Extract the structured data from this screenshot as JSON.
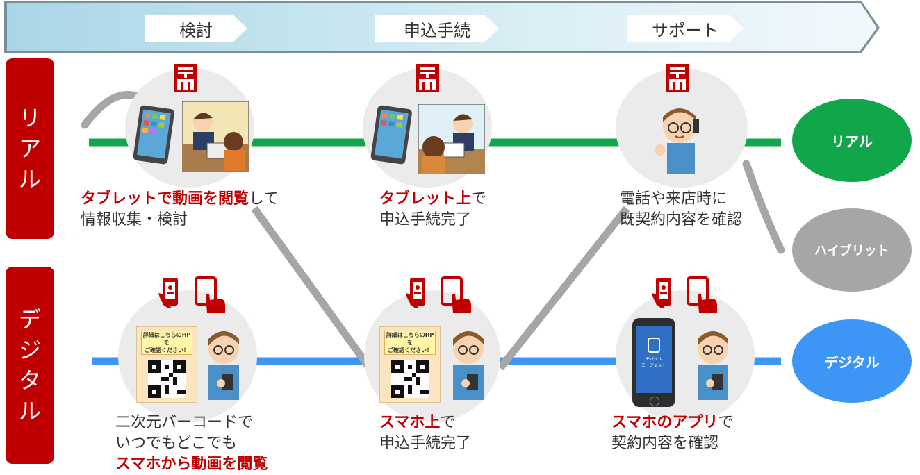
{
  "header": {
    "steps": [
      "検討",
      "申込手続",
      "サポート"
    ]
  },
  "side_labels": {
    "real": [
      "リ",
      "ア",
      "ル"
    ],
    "digital": [
      "デ",
      "ジ",
      "タ",
      "ル"
    ]
  },
  "destinations": {
    "real": "リアル",
    "hybrid": "ハイブリット",
    "digital": "デジタル"
  },
  "real_captions": [
    {
      "hl": "タブレットで動画を閲覧",
      "rest": "して",
      "line2": "情報収集・検討"
    },
    {
      "hl": "タブレット上",
      "rest": "で",
      "line2": "申込手続完了"
    },
    {
      "hl": "",
      "rest": "電話や来店時に",
      "line2": "既契約内容を確認"
    }
  ],
  "digital_captions": [
    {
      "line1": "二次元バーコードで",
      "line2": "いつでもどこでも",
      "hl3": "スマホから動画を閲覧"
    },
    {
      "hl": "スマホ上",
      "rest": "で",
      "line2": "申込手続完了"
    },
    {
      "hl": "スマホのアプリ",
      "rest": "で",
      "line2": "契約内容を確認"
    }
  ],
  "poster_text": [
    "詳細はこちらのHPを",
    "ご確認ください！"
  ],
  "phone_app_text": [
    "モバイル",
    "エージェント"
  ],
  "colors": {
    "accent_red": "#c00000",
    "real_green": "#12a64a",
    "digital_blue": "#3d95f5",
    "hybrid_gray": "#a6a6a6",
    "route_gray": "#a6a6a6"
  }
}
